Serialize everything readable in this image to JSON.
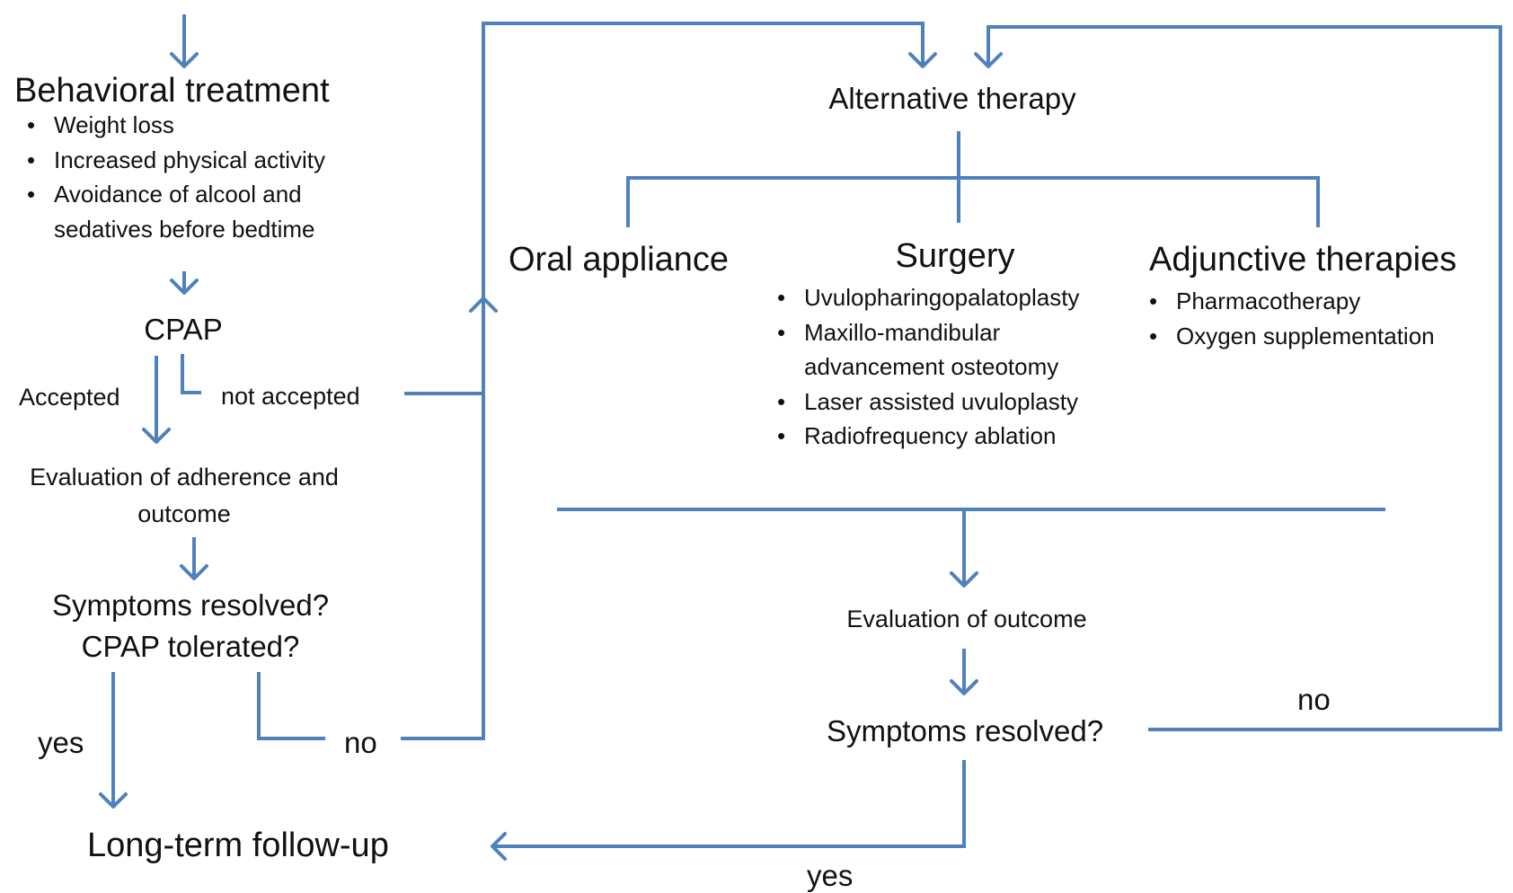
{
  "colors": {
    "line": "#4f81bd",
    "text": "#111111",
    "background": "#ffffff"
  },
  "left_column": {
    "behavioral_treatment": {
      "title": "Behavioral treatment",
      "items": [
        "Weight loss",
        "Increased physical activity",
        "Avoidance of alcool and",
        "sedatives before bedtime"
      ]
    },
    "cpap": "CPAP",
    "accepted": "Accepted",
    "not_accepted": "not accepted",
    "evaluation": {
      "line1": "Evaluation of adherence and",
      "line2": "outcome"
    },
    "question": {
      "line1": "Symptoms resolved?",
      "line2": "CPAP tolerated?"
    },
    "yes": "yes",
    "no": "no",
    "long_term": "Long-term follow-up"
  },
  "right_column": {
    "alternative_therapy": "Alternative therapy",
    "oral_appliance": "Oral appliance",
    "surgery": {
      "title": "Surgery",
      "items": [
        "Uvulopharingopalatoplasty",
        "Maxillo-mandibular",
        "advancement osteotomy",
        "Laser assisted uvuloplasty",
        "Radiofrequency ablation"
      ]
    },
    "adjunctive": {
      "title": "Adjunctive therapies",
      "items": [
        "Pharmacotherapy",
        "Oxygen supplementation"
      ]
    },
    "evaluation_outcome": "Evaluation of outcome",
    "symptoms_resolved": "Symptoms resolved?",
    "no": "no",
    "yes": "yes"
  }
}
